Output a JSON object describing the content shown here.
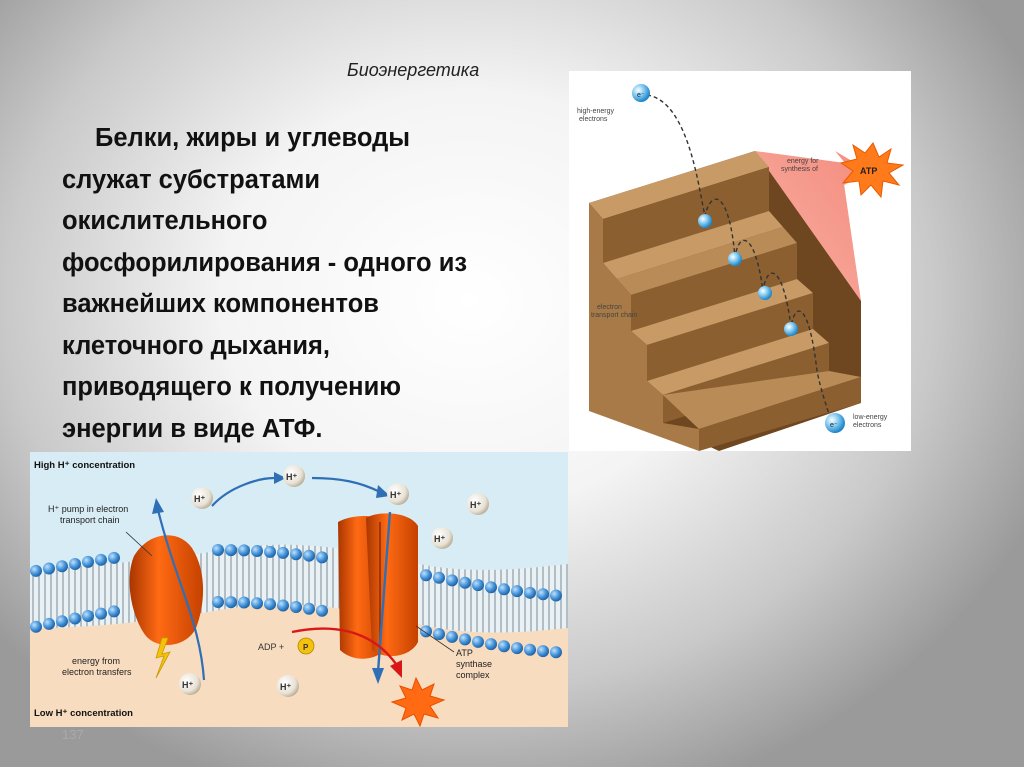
{
  "slide": {
    "subtitle": "Биоэнергетика",
    "body_lines": [
      "Белки, жиры и углеводы",
      "служат субстратами",
      "окислительного",
      "фосфорилирования - одного из",
      "важнейших компонентов",
      "клеточного дыхания,",
      "приводящего к получению",
      "энергии в виде АТФ."
    ],
    "page_number": "137"
  },
  "staircase_figure": {
    "high_energy_label": [
      "high-energy",
      "electrons"
    ],
    "energy_label": [
      "energy for",
      "synthesis of"
    ],
    "atp": "ATP",
    "chain_label": [
      "electron",
      "transport chain"
    ],
    "low_energy_label": [
      "low-energy",
      "electrons"
    ],
    "electron_symbol": "e⁻"
  },
  "membrane_figure": {
    "high_label": "High H⁺ concentration",
    "pump_label": [
      "H⁺ pump in electron",
      "transport chain"
    ],
    "energy_label": [
      "energy from",
      "electron transfers"
    ],
    "low_label": "Low H⁺ concentration",
    "adp_label": "ADP +",
    "p_label": "P",
    "synthase_label": [
      "ATP",
      "synthase",
      "complex"
    ],
    "ion": "H⁺"
  },
  "colors": {
    "wood_top": "#b98b57",
    "wood_front": "#8c5f31",
    "wood_side": "#6e4620",
    "protein": "#e35400",
    "membrane_head": "#3f8fd6",
    "intermembrane": "#d7ecf4",
    "matrix": "#f8dcc0",
    "atp_burst": "#ff6a13"
  }
}
